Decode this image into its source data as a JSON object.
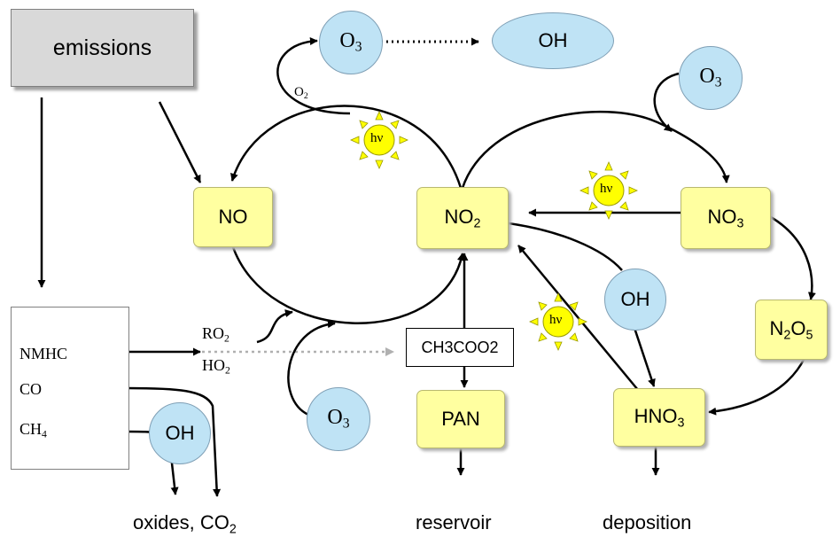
{
  "emissions": {
    "label": "emissions"
  },
  "species": {
    "no": "NO",
    "no2": {
      "main": "NO",
      "sub": "2"
    },
    "no3": {
      "main": "NO",
      "sub": "3"
    },
    "n2o5": {
      "a": "N",
      "a_sub": "2",
      "b": "O",
      "b_sub": "5"
    },
    "pan": "PAN",
    "hno3": {
      "main": "HNO",
      "sub": "3"
    },
    "ch3coo2": "CH3COO2",
    "oh": "OH",
    "o3": {
      "main": "O",
      "sub": "3"
    }
  },
  "source_box": {
    "nmhc": "NMHC",
    "co": "CO",
    "ch4": {
      "main": "CH",
      "sub": "4"
    }
  },
  "radicals": {
    "ro2": {
      "main": "RO",
      "sub": "2"
    },
    "ho2": {
      "main": "HO",
      "sub": "2"
    }
  },
  "o2_label": {
    "main": "O",
    "sub": "2"
  },
  "photolysis": "hν",
  "bottom_labels": {
    "oxides": "oxides, CO",
    "oxides_sub": "2",
    "reservoir": "reservoir",
    "deposition": "deposition"
  },
  "colors": {
    "box_fill": "#ffffa0",
    "circle_fill": "#bfe3f5",
    "sun_fill": "#ffff00",
    "emissions_fill": "#d9d9d9"
  },
  "icons": {
    "photolysis": "sun-icon"
  }
}
